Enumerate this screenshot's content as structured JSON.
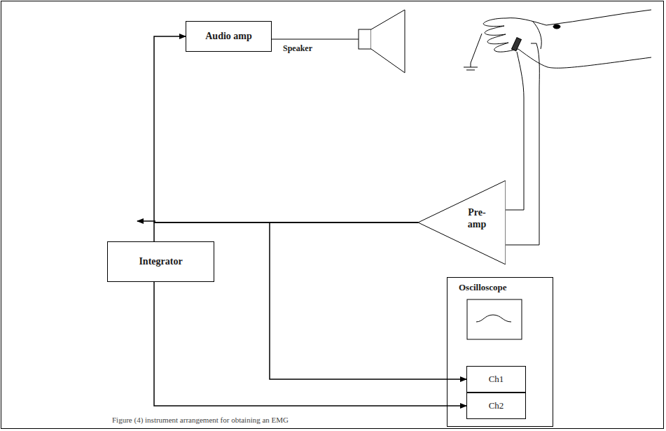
{
  "diagram": {
    "caption": "Figure (4) instrument arrangement for obtaining an EMG",
    "nodes": [
      {
        "text": [
          "Audio amp"
        ]
      },
      {
        "text": [
          "Integrator"
        ]
      },
      {
        "text": [
          "Pre- amp"
        ]
      },
      {
        "text": [
          "Oscilloscope"
        ]
      },
      {
        "text": [
          "Ch1"
        ],
        "in": 3
      },
      {
        "text": [
          "Ch2"
        ],
        "in": 3
      }
    ],
    "edges": [
      {
        "from": 2,
        "to": 0,
        "arrow": "to"
      },
      {
        "from": 2,
        "to": 1,
        "arrow": "none"
      },
      {
        "from": 2,
        "to": 4,
        "arrow": "to"
      },
      {
        "from": 1,
        "to": 5,
        "arrow": "to"
      }
    ],
    "labels": [
      "Speaker"
    ]
  }
}
